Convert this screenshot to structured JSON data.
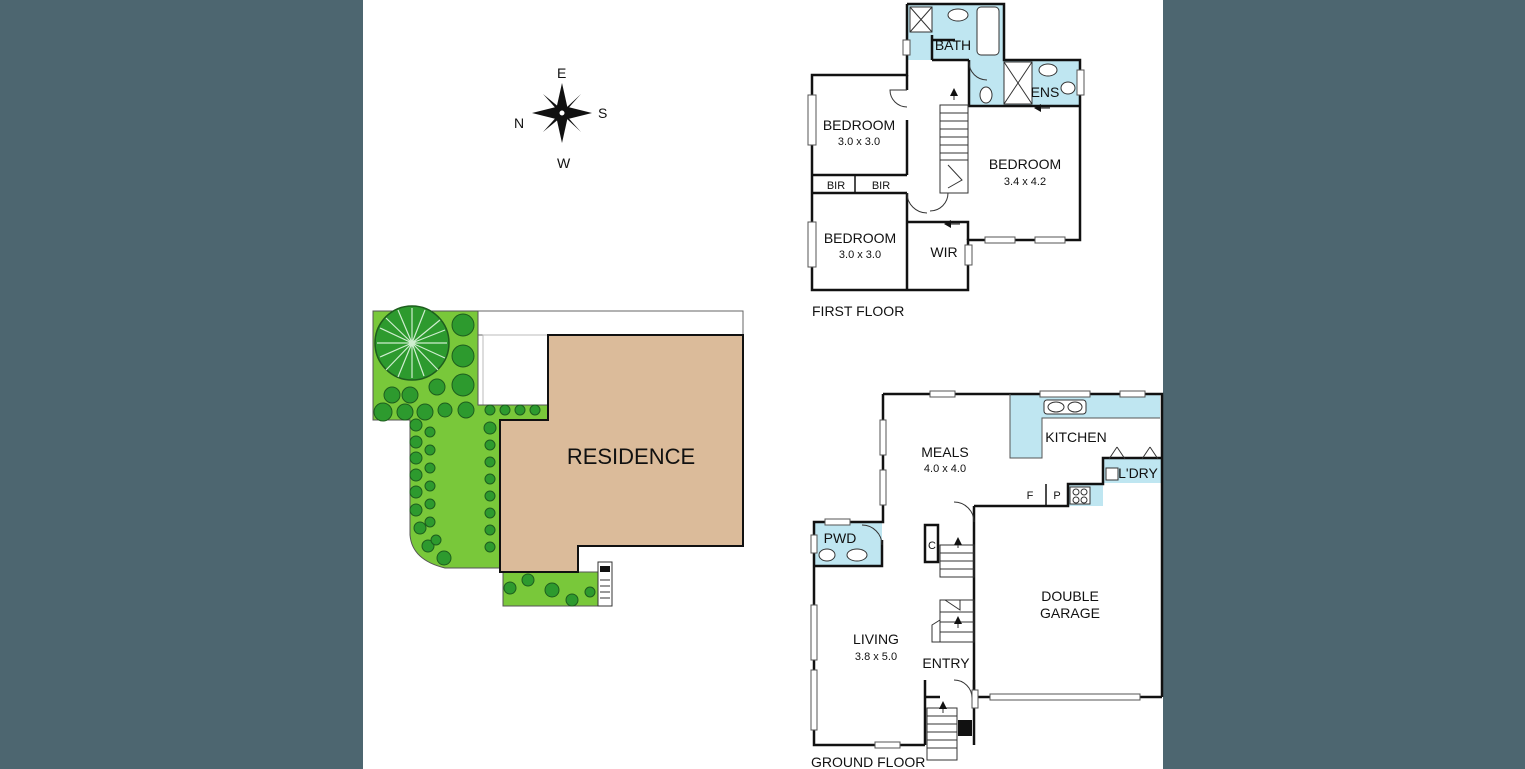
{
  "compass": {
    "east": "E",
    "south": "S",
    "west": "W",
    "north": "N"
  },
  "site": {
    "residence": "RESIDENCE"
  },
  "first_floor": {
    "title": "FIRST FLOOR",
    "bath": "BATH",
    "ens": "ENS",
    "bed1": {
      "name": "BEDROOM",
      "dims": "3.0 x 3.0"
    },
    "bed2": {
      "name": "BEDROOM",
      "dims": "3.0 x 3.0"
    },
    "bed3": {
      "name": "BEDROOM",
      "dims": "3.4 x 4.2"
    },
    "bir1": "BIR",
    "bir2": "BIR",
    "wir": "WIR"
  },
  "ground_floor": {
    "title": "GROUND FLOOR",
    "meals": {
      "name": "MEALS",
      "dims": "4.0 x 4.0"
    },
    "kitchen": "KITCHEN",
    "laundry": "L'DRY",
    "fridge": "F",
    "pantry": "P",
    "pwd": "PWD",
    "cupboard": "C",
    "garage": {
      "line1": "DOUBLE",
      "line2": "GARAGE"
    },
    "living": {
      "name": "LIVING",
      "dims": "3.8 x 5.0"
    },
    "entry": "ENTRY"
  }
}
